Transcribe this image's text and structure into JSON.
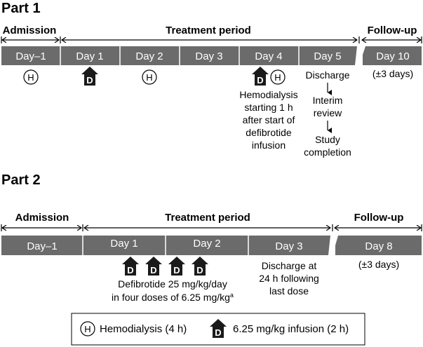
{
  "part1": {
    "title": "Part 1",
    "phases": {
      "admission": "Admission",
      "treatment": "Treatment period",
      "followup": "Follow-up"
    },
    "days": [
      "Day–1",
      "Day 1",
      "Day 2",
      "Day 3",
      "Day 4",
      "Day 5",
      "Day 10"
    ],
    "followup_window": "(±3 days)",
    "hemodialysis_note": [
      "Hemodialysis",
      "starting 1 h",
      "after start of",
      "defibrotide",
      "infusion"
    ],
    "discharge_flow": {
      "step1": "Discharge",
      "step2": [
        "Interim",
        "review"
      ],
      "step3": [
        "Study",
        "completion"
      ]
    }
  },
  "part2": {
    "title": "Part 2",
    "phases": {
      "admission": "Admission",
      "treatment": "Treatment period",
      "followup": "Follow-up"
    },
    "days": [
      "Day–1",
      "Day 1",
      "Day 2",
      "Day 3",
      "Day 8"
    ],
    "followup_window": "(±3 days)",
    "dose_note_line1": "Defibrotide 25 mg/kg/day",
    "dose_note_line2": "in four doses of 6.25 mg/kg",
    "dose_note_superscript": "a",
    "discharge_note": [
      "Discharge at",
      "24 h following",
      "last dose"
    ]
  },
  "icons": {
    "hemodialysis_letter": "H",
    "infusion_letter": "D"
  },
  "legend": {
    "hemodialysis_label": "Hemodialysis (4 h)",
    "infusion_label": "6.25 mg/kg infusion (2 h)"
  },
  "colors": {
    "bar": "#6b6b6b",
    "icon_fill": "#1a1a1a"
  }
}
